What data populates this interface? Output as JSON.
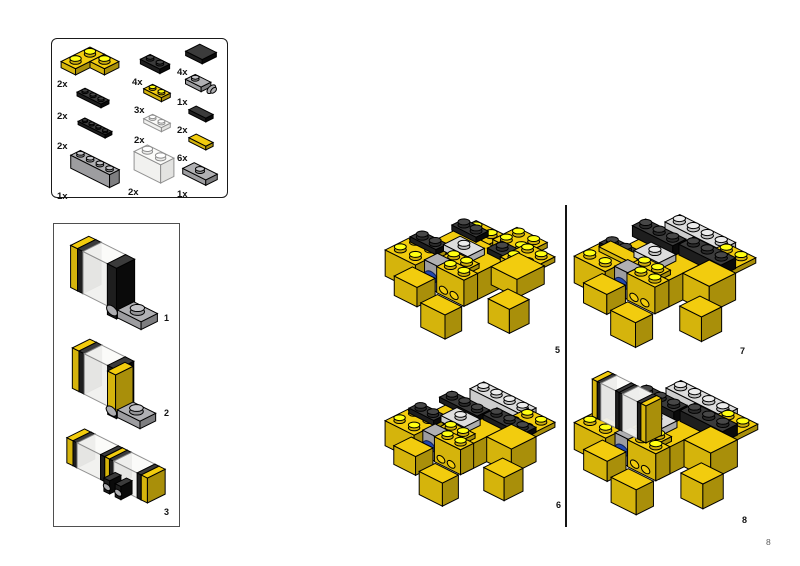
{
  "page": {
    "number": "8"
  },
  "colors": {
    "yellow": "#F2CC0E",
    "black": "#1B1B1B",
    "gray": "#9D9DA0",
    "light_gray": "#CDCDCD",
    "trans_clear": "#F4F4F2",
    "blue": "#2147AE",
    "outline": "#000000",
    "page_bg": "#FFFFFF"
  },
  "parts_panel": {
    "parts": [
      {
        "name": "plate-2x2-corner-yellow",
        "desc": "yellow 2x2 corner plate",
        "label": "2x",
        "kind": "corner",
        "mat": "Y"
      },
      {
        "name": "plate-1x3-black",
        "desc": "black 1x3 plate",
        "label": "2x",
        "kind": "plate3",
        "mat": "K"
      },
      {
        "name": "plate-1x4-black",
        "desc": "black 1x4 plate",
        "label": "2x",
        "kind": "plate4",
        "mat": "K"
      },
      {
        "name": "brick-1x4-gray",
        "desc": "gray 1x4 brick",
        "label": "1x",
        "kind": "brick4",
        "mat": "G"
      },
      {
        "name": "plate-1x2-black",
        "desc": "black 1x2 plate",
        "label": "4x",
        "kind": "plate2",
        "mat": "K"
      },
      {
        "name": "plate-1x2-yellow",
        "desc": "yellow 1x2 plate",
        "label": "3x",
        "kind": "plate2",
        "mat": "Y"
      },
      {
        "name": "plate-1x2-trans",
        "desc": "transparent 1x2 plate",
        "label": "2x",
        "kind": "plate2",
        "mat": "T"
      },
      {
        "name": "brick-1x2-trans",
        "desc": "transparent 1x2 brick",
        "label": "2x",
        "kind": "brick2",
        "mat": "T"
      },
      {
        "name": "tile-2x2-black",
        "desc": "black tile",
        "label": "4x",
        "kind": "tile22",
        "mat": "K"
      },
      {
        "name": "plate-1x2-clip-gray",
        "desc": "gray plate with clip",
        "label": "1x",
        "kind": "clip",
        "mat": "G"
      },
      {
        "name": "tile-1x2-black",
        "desc": "black 1x2 tile",
        "label": "2x",
        "kind": "tile12",
        "mat": "K"
      },
      {
        "name": "tile-1x2-yellow",
        "desc": "yellow 1x2 tile",
        "label": "6x",
        "kind": "tile12",
        "mat": "Y"
      },
      {
        "name": "plate-1x2-jumper-gray",
        "desc": "gray 1x2 jumper plate",
        "label": "1x",
        "kind": "jumper",
        "mat": "G"
      }
    ]
  },
  "substeps_panel": {
    "steps": [
      {
        "number": "1"
      },
      {
        "number": "2"
      },
      {
        "number": "3"
      }
    ]
  },
  "main_steps": [
    {
      "number": "5"
    },
    {
      "number": "6"
    },
    {
      "number": "7"
    },
    {
      "number": "8"
    }
  ]
}
